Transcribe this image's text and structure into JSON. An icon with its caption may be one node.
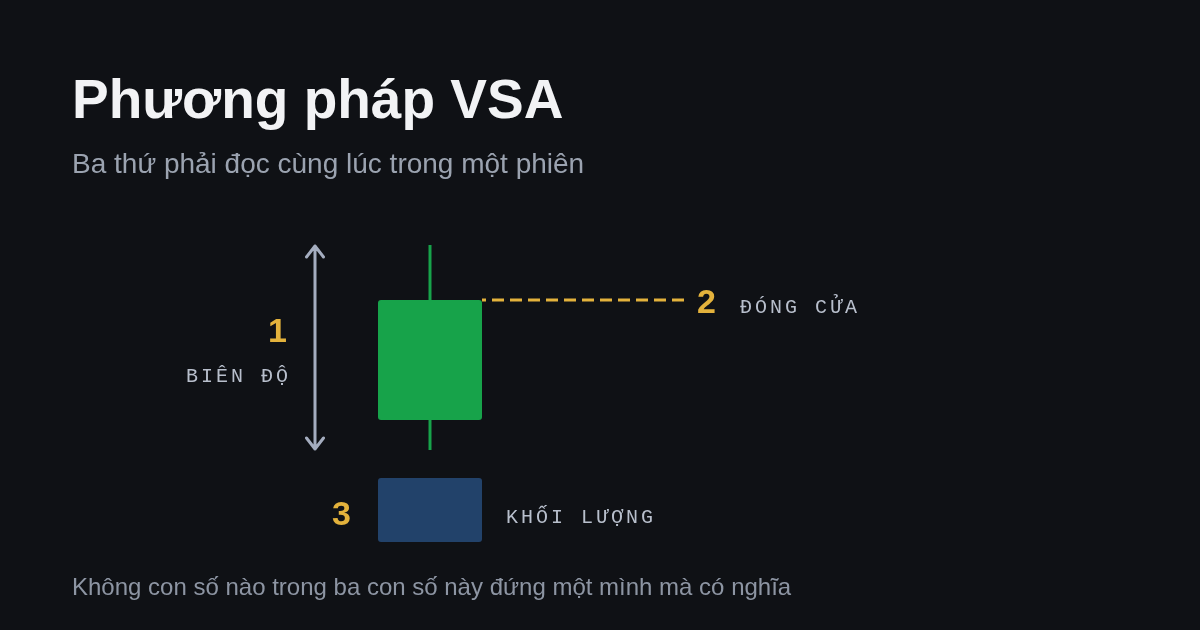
{
  "diagram": {
    "title": "Phương pháp VSA",
    "caption": "Không con số nào trong ba con số này đứng một mình mà có nghĩa",
    "nodes": [
      {
        "text": [],
        "shape": "box"
      },
      {
        "text": [
          "2",
          "ĐÓNG CỬA"
        ]
      },
      {
        "text": [],
        "shape": "bar"
      }
    ],
    "edges": [
      {
        "from": 1,
        "to": 0,
        "arrow": "none",
        "style": "dashed",
        "color": "#e3b23c"
      }
    ],
    "labels": [
      "Ba thứ phải đọc cùng lúc trong một phiên",
      "1",
      "BIÊN ĐỘ",
      "3",
      "KHỐI LƯỢNG"
    ]
  }
}
